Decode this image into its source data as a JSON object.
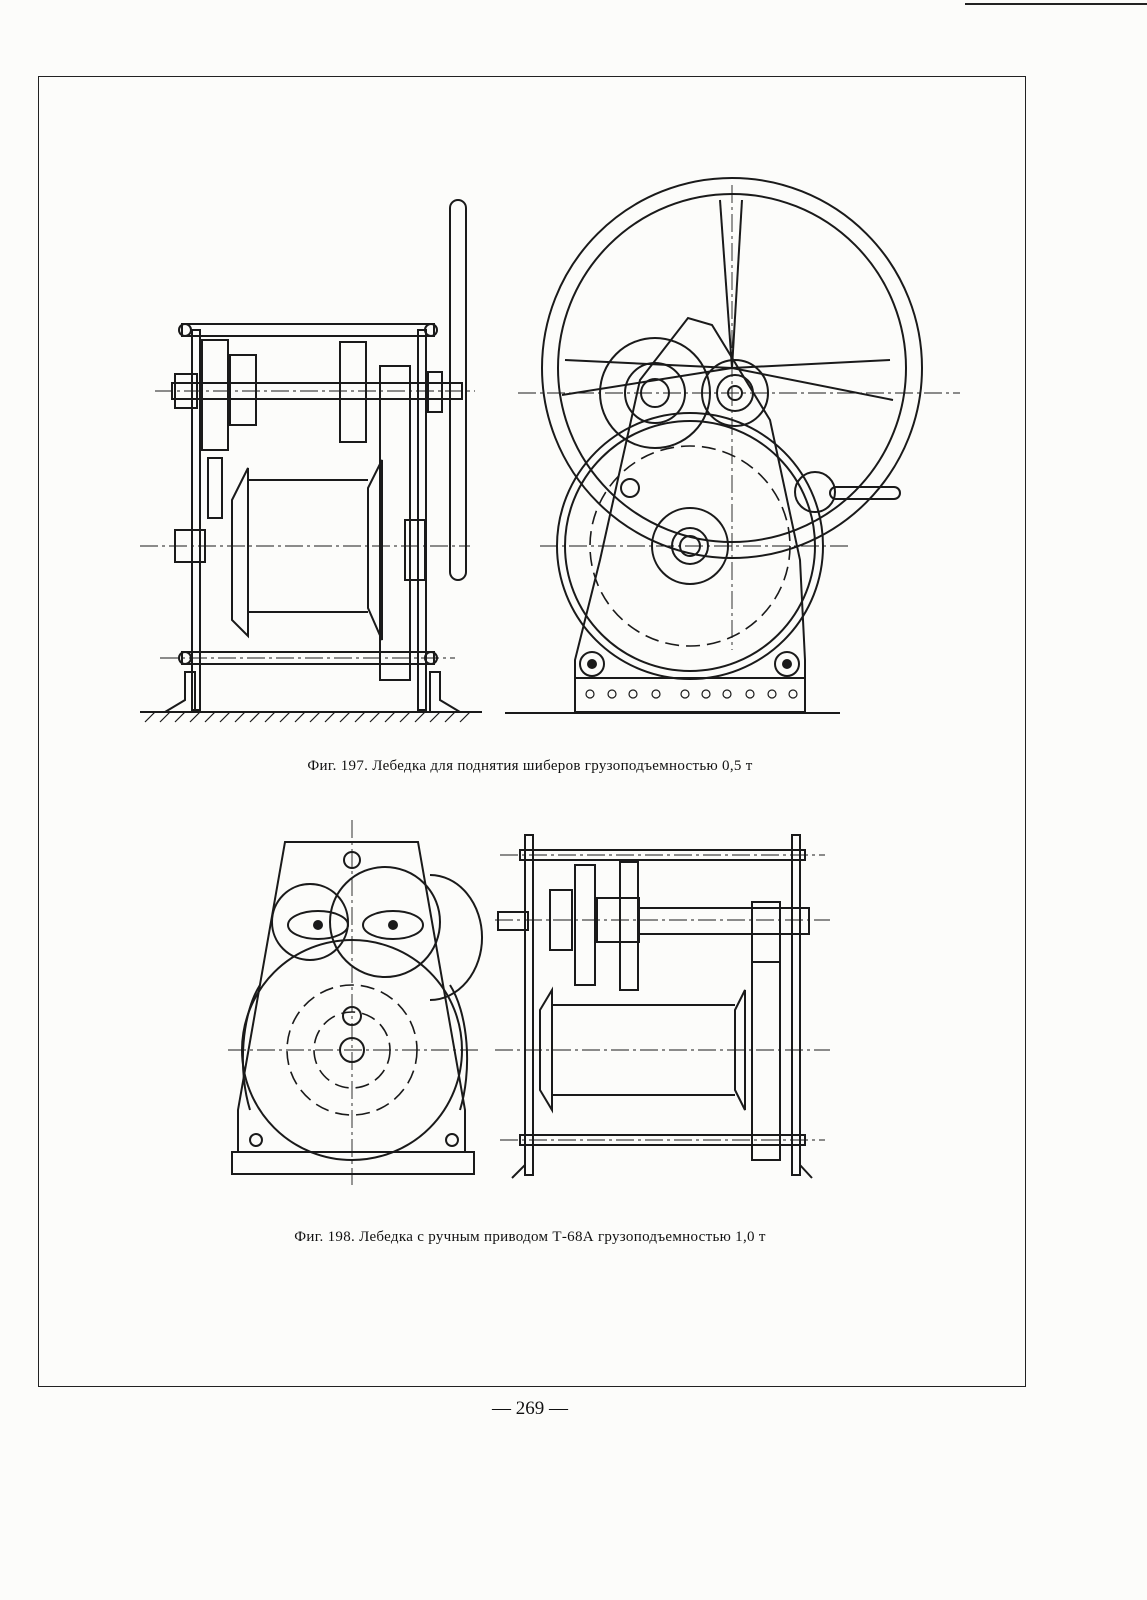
{
  "figures": [
    {
      "id": "fig197",
      "caption": "Фиг. 197. Лебедка для поднятия шиберов грузоподъемностью 0,5 т"
    },
    {
      "id": "fig198",
      "caption": "Фиг. 198. Лебедка с ручным приводом Т-68А грузоподъемностью 1,0 т"
    }
  ],
  "page_number": "— 269 —"
}
